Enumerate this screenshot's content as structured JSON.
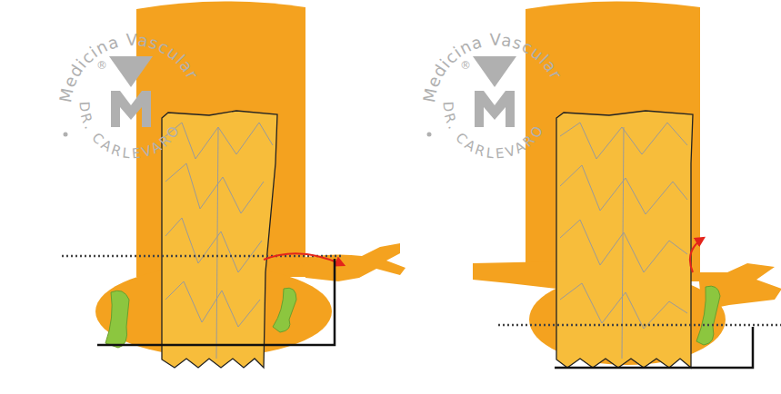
{
  "diagram": {
    "labels": [
      "Medicina Vascular",
      "DR. CARLEVARO",
      "®",
      "Medicina Vascular",
      "DR. CARLEVARO",
      "®"
    ]
  }
}
